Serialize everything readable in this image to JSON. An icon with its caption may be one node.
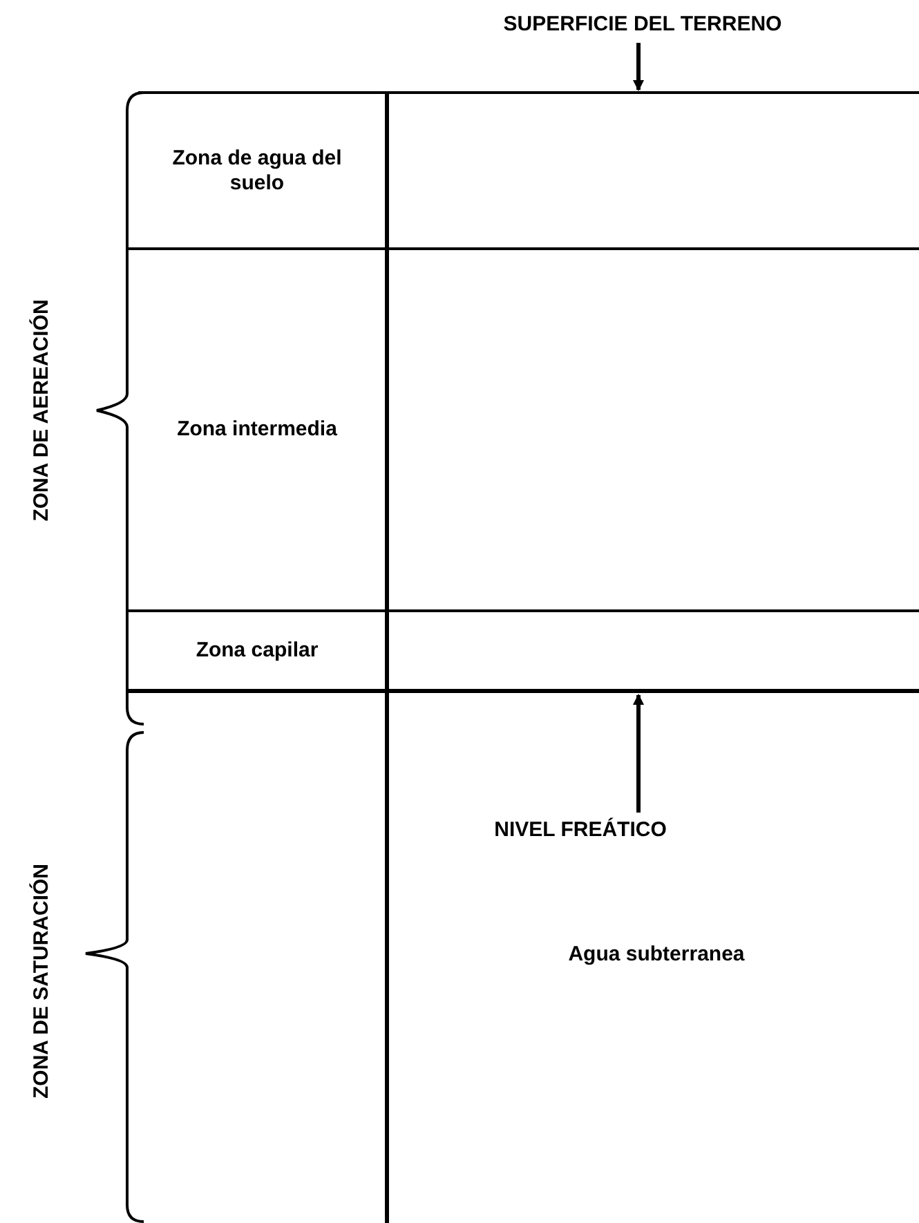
{
  "diagram": {
    "nodes": [
      {
        "text": [
          "Zona de agua del suelo"
        ]
      },
      {
        "text": [
          "Zona intermedia"
        ]
      },
      {
        "text": [
          "Zona capilar"
        ]
      },
      {
        "text": [
          "Agua subterranea"
        ]
      },
      {
        "text": [
          "SUPERFICIE DEL TERRENO"
        ]
      },
      {
        "text": [
          "NIVEL FREÁTICO"
        ]
      }
    ],
    "edges": [
      {
        "from": 4,
        "to": null,
        "arrow": "to"
      },
      {
        "from": 5,
        "to": null,
        "arrow": "to"
      }
    ],
    "labels": [
      "ZONA DE AEREACIÓN",
      "ZONA DE SATURACIÓN"
    ]
  }
}
